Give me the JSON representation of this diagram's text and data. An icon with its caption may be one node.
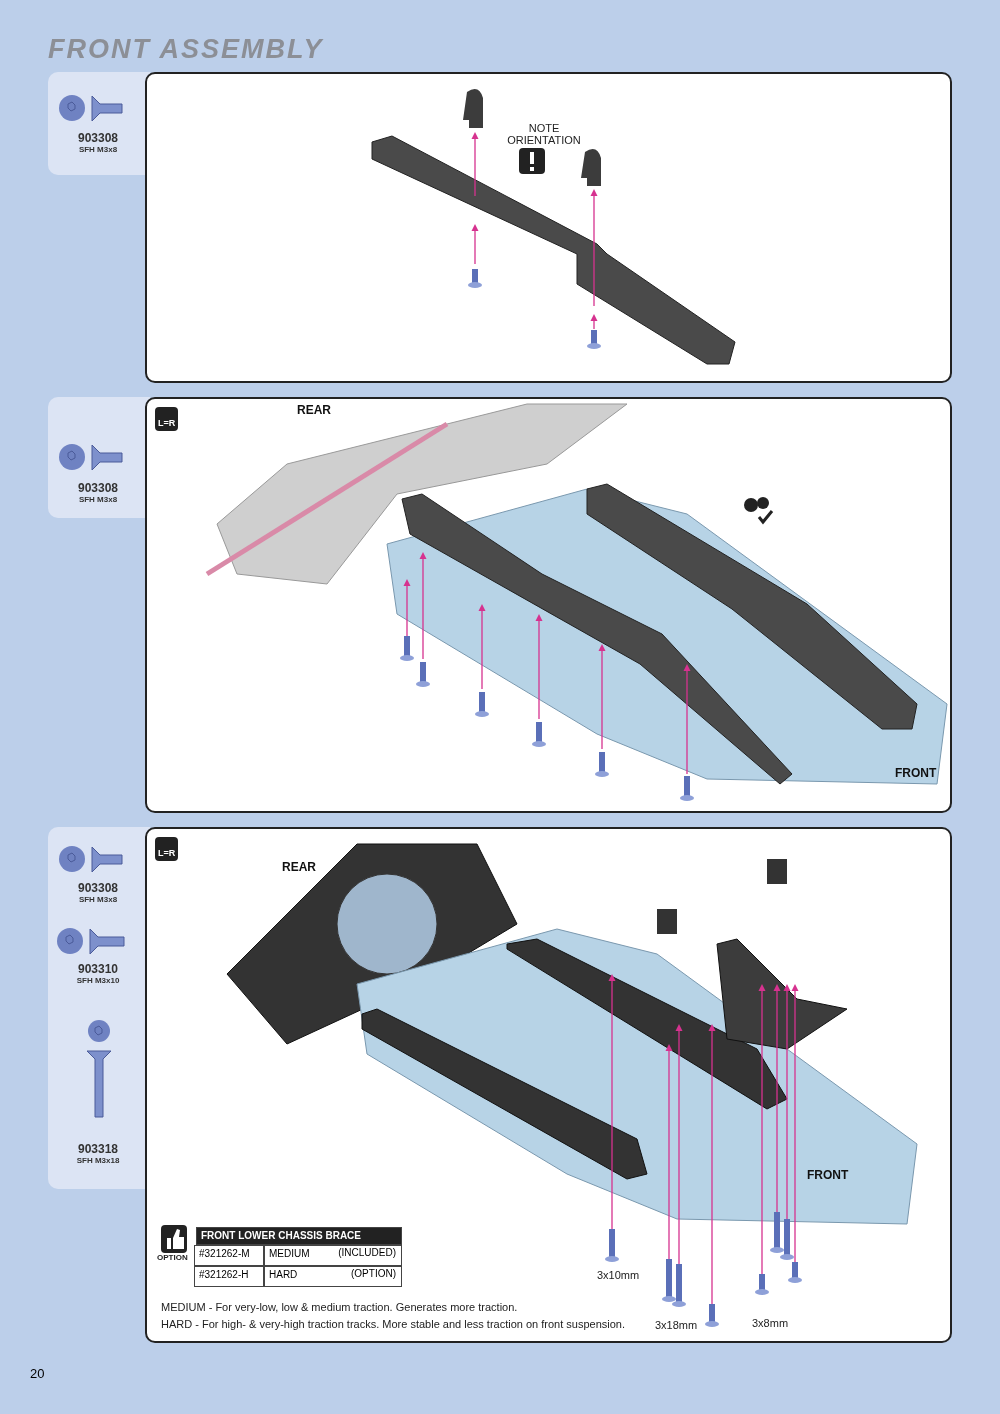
{
  "diagram": {
    "title": "FRONT ASSEMBLY",
    "nodes": [
      {
        "text": [
          "903308",
          "SFH M3x8"
        ]
      },
      {
        "text": [
          "NOTE ORIENTATION"
        ]
      },
      {
        "text": [
          "903308",
          "SFH M3x8"
        ]
      },
      {
        "text": [
          "L=R",
          "REAR",
          "FRONT"
        ]
      },
      {
        "text": [
          "903308",
          "SFH M3x8",
          "903310",
          "SFH M3x10",
          "903318",
          "SFH M3x18"
        ]
      },
      {
        "text": [
          "L=R",
          "REAR",
          "FRONT",
          "3x10mm",
          "3x18mm",
          "3x8mm",
          "OPTION",
          "MEDIUM - For very-low, low & medium traction. Generates more traction.",
          "HARD - For high- & very-high traction tracks. More stable and less traction on front suspension."
        ]
      }
    ],
    "labels": [
      "FRONT LOWER CHASSIS BRACE",
      "#321262-M",
      "MEDIUM",
      "(INCLUDED)",
      "#321262-H",
      "HARD",
      "(OPTION)",
      "20"
    ]
  }
}
